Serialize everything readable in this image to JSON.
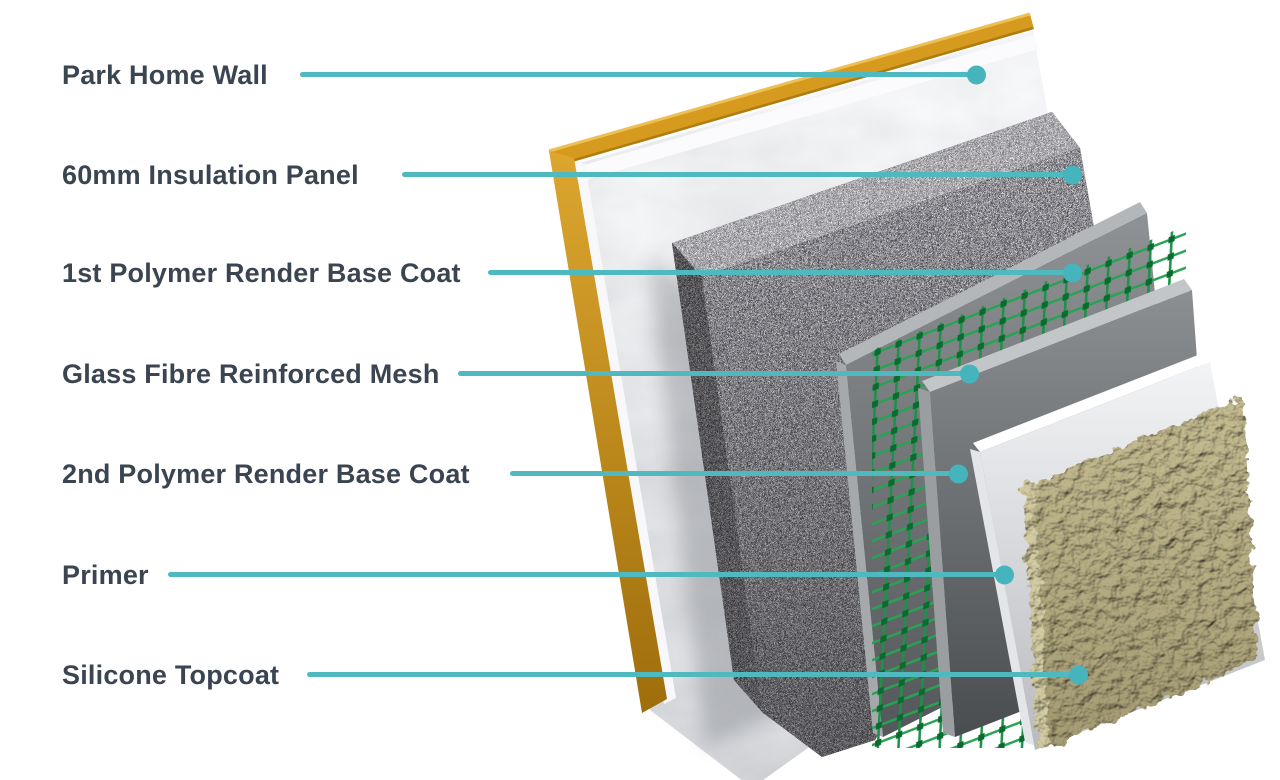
{
  "layers": [
    {
      "label": "Park Home Wall"
    },
    {
      "label": "60mm Insulation Panel"
    },
    {
      "label": "1st Polymer Render Base Coat"
    },
    {
      "label": "Glass Fibre Reinforced Mesh"
    },
    {
      "label": "2nd Polymer Render Base Coat"
    },
    {
      "label": "Primer"
    },
    {
      "label": "Silicone Topcoat"
    }
  ],
  "colors": {
    "accent_teal": "#4fb9c0",
    "label_text": "#3a4551",
    "wood_frame": "#d59a1e",
    "insulation_dark": "#323236",
    "render_coat_gray": "#85888c",
    "mesh_green": "#1b9246",
    "primer_white": "#eef0f2",
    "silicone_beige": "#b5ac82"
  }
}
